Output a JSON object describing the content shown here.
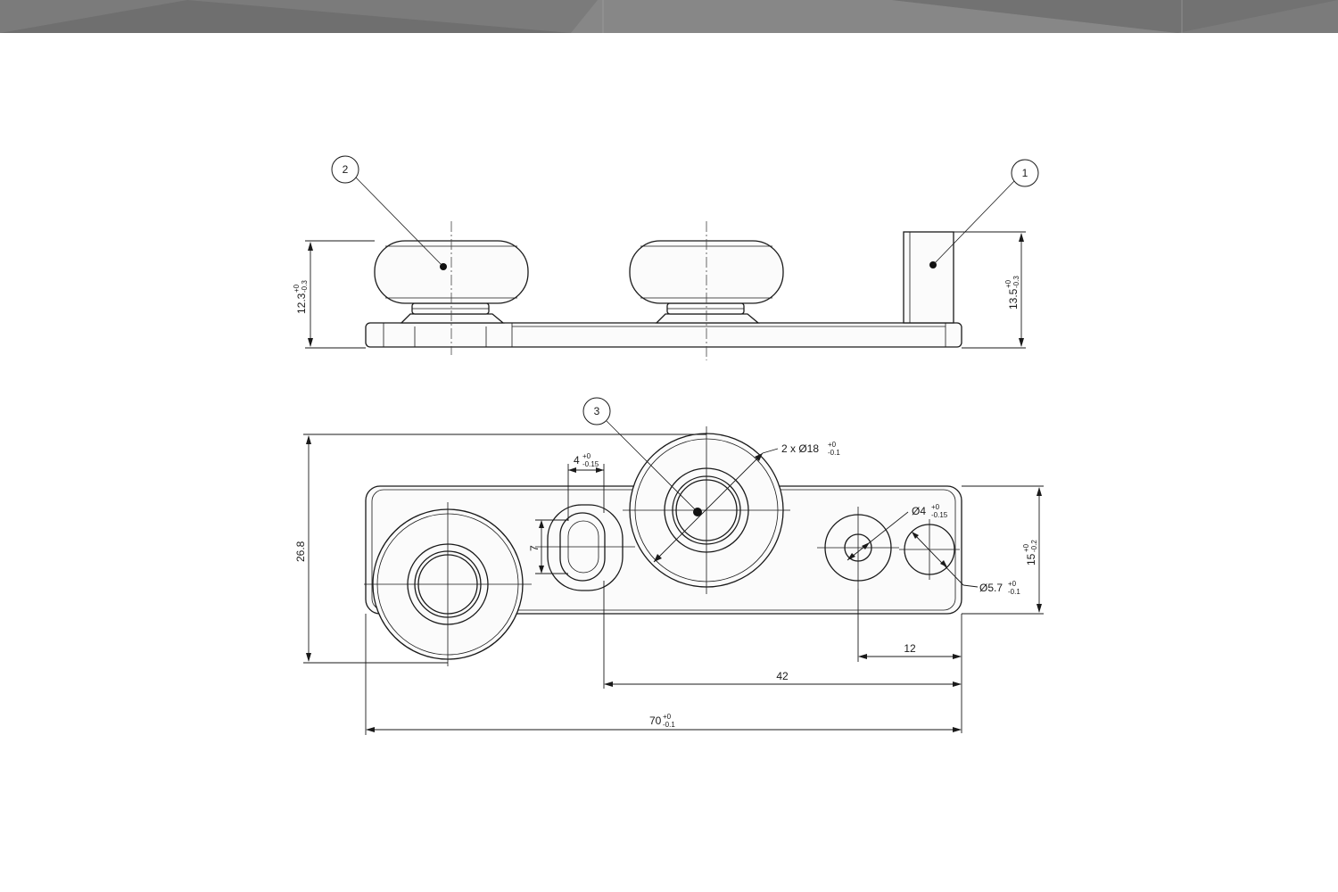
{
  "balloons": [
    {
      "id": "balloon-1",
      "label": "1"
    },
    {
      "id": "balloon-2",
      "label": "2"
    },
    {
      "id": "balloon-3",
      "label": "3"
    }
  ],
  "dimensions": {
    "height_left": {
      "base": "12.3",
      "upper": "+0",
      "lower": "-0.3"
    },
    "height_right": {
      "base": "13.5",
      "upper": "+0",
      "lower": "-0.3"
    },
    "total_width": {
      "base": "26.8"
    },
    "plate_width": {
      "base": "15",
      "upper": "+0",
      "lower": "-0.2"
    },
    "slot_width": {
      "base": "4",
      "upper": "+0",
      "lower": "-0.15"
    },
    "slot_length": {
      "base": "7"
    },
    "wheel_dia": {
      "base": "2 x Ø18",
      "upper": "+0",
      "lower": "-0.1"
    },
    "hole_small": {
      "base": "Ø4",
      "upper": "+0",
      "lower": "-0.15"
    },
    "hole_large": {
      "base": "Ø5.7",
      "upper": "+0",
      "lower": "-0.1"
    },
    "dist_12": {
      "base": "12"
    },
    "dist_42": {
      "base": "42"
    },
    "length_70": {
      "base": "70",
      "upper": "+0",
      "lower": "-0.1"
    }
  },
  "colors": {
    "topbar": "#7b7b7b",
    "line": "#1a1a1a"
  }
}
